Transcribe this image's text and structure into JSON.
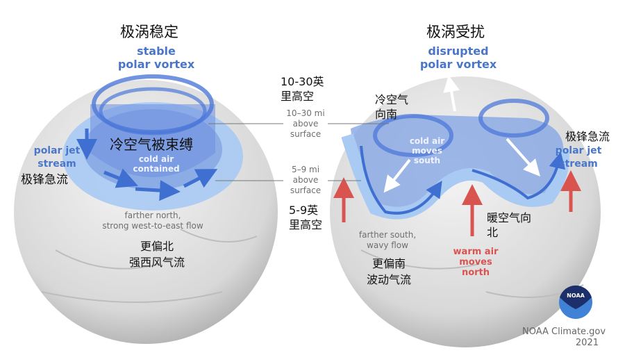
{
  "left": {
    "title_zh": "极涡稳定",
    "label_en": [
      "stable",
      "polar vortex"
    ],
    "jet_en": [
      "polar jet",
      "stream"
    ],
    "jet_zh": "极锋急流",
    "contained_zh": "冷空气被束缚",
    "contained_en": [
      "cold air",
      "contained"
    ],
    "flow_en": [
      "farther north,",
      "strong west-to-east flow"
    ],
    "flow_zh": [
      "更偏北",
      "强西风气流"
    ]
  },
  "middle": {
    "upper_zh": [
      "10-30英",
      "里高空"
    ],
    "upper_en": [
      "10–30 mi",
      "above",
      "surface"
    ],
    "lower_en": [
      "5–9 mi",
      "above",
      "surface"
    ],
    "lower_zh": [
      "5-9英",
      "里高空"
    ]
  },
  "right": {
    "title_zh": "极涡受扰",
    "label_en": [
      "disrupted",
      "polar vortex"
    ],
    "cold_zh": [
      "冷空气",
      "向南"
    ],
    "cold_en": [
      "cold air",
      "moves",
      "south"
    ],
    "jet_zh": "极锋急流",
    "jet_en": [
      "polar jet",
      "stream"
    ],
    "warm_zh": [
      "暖空气向",
      "北"
    ],
    "warm_en": [
      "warm air",
      "moves",
      "north"
    ],
    "flow_en": [
      "farther south,",
      "wavy flow"
    ],
    "flow_zh": [
      "更偏南",
      "波动气流"
    ]
  },
  "credit": {
    "logo": "NOAA",
    "source": "NOAA Climate.gov",
    "year": "2021"
  },
  "colors": {
    "jet": "#9cc3f0",
    "vortex": "#5b86dc",
    "warm": "#d9534f"
  }
}
